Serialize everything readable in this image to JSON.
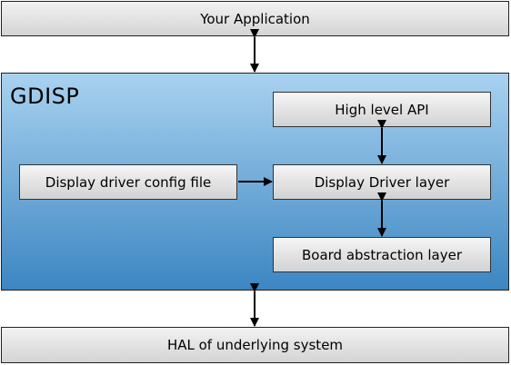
{
  "top_layer": {
    "label": "Your Application"
  },
  "bottom_layer": {
    "label": "HAL of underlying system"
  },
  "module": {
    "title": "GDISP",
    "blocks": {
      "api": "High level API",
      "driver": "Display Driver layer",
      "board": "Board abstraction layer",
      "config": "Display driver config file"
    }
  }
}
